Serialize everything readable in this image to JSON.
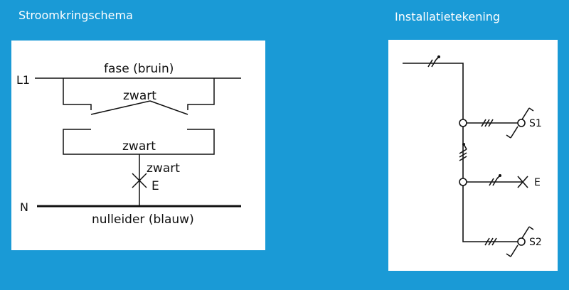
{
  "headings": {
    "left": "Stroomkringschema",
    "right": "Installatietekening"
  },
  "circuit": {
    "phase_terminal": "L1",
    "neutral_terminal": "N",
    "phase_label": "fase (bruin)",
    "wire_top": "zwart",
    "wire_bottom": "zwart",
    "wire_lamp": "zwart",
    "lamp_label": "E",
    "neutral_label": "nulleider (blauw)"
  },
  "installation": {
    "switch_1": "S1",
    "lamp": "E",
    "switch_2": "S2"
  },
  "colors": {
    "background": "#1a9ad6",
    "panel": "#ffffff",
    "line": "#111111"
  }
}
